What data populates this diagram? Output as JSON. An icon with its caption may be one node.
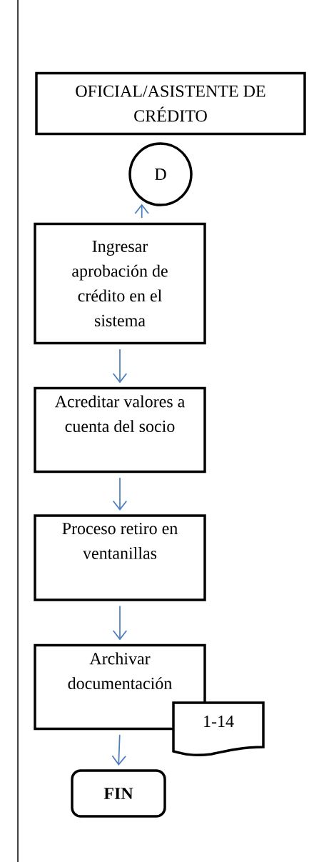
{
  "diagram": {
    "nodes": [
      {
        "text": [
          "OFICIAL/ASISTENTE DE CRÉDITO"
        ]
      },
      {
        "text": [
          "D"
        ]
      },
      {
        "text": [
          "Ingresar aprobación de crédito en el sistema"
        ]
      },
      {
        "text": [
          "Acreditar valores a cuenta del socio"
        ]
      },
      {
        "text": [
          "Proceso retiro en ventanillas"
        ]
      },
      {
        "text": [
          "Archivar documentación"
        ]
      },
      {
        "text": [
          "1-14"
        ]
      },
      {
        "text": [
          "FIN"
        ]
      }
    ],
    "edges": [
      {
        "from": 2,
        "to": 1,
        "arrow": "to"
      },
      {
        "from": 2,
        "to": 3,
        "arrow": "to"
      },
      {
        "from": 3,
        "to": 4,
        "arrow": "to"
      },
      {
        "from": 4,
        "to": 5,
        "arrow": "to"
      },
      {
        "from": 5,
        "to": 7,
        "arrow": "to"
      }
    ]
  }
}
